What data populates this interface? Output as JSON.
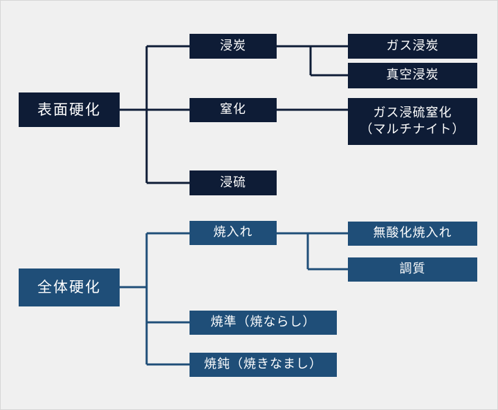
{
  "colors": {
    "dark_navy": "#0e1c36",
    "steel_blue": "#1f4e78",
    "background": "#f0f0f0"
  },
  "surface_hardening": {
    "root": "表面硬化",
    "carburizing": "浸炭",
    "gas_carburizing": "ガス浸炭",
    "vacuum_carburizing": "真空浸炭",
    "nitriding": "窒化",
    "gas_nitrosulfurizing_line1": "ガス浸硫窒化",
    "gas_nitrosulfurizing_line2": "（マルチナイト）",
    "sulfurizing": "浸硫"
  },
  "through_hardening": {
    "root": "全体硬化",
    "quenching": "焼入れ",
    "bright_quenching": "無酸化焼入れ",
    "thermal_refining": "調質",
    "normalizing": "焼準（焼ならし）",
    "annealing": "焼鈍（焼きなまし）"
  }
}
